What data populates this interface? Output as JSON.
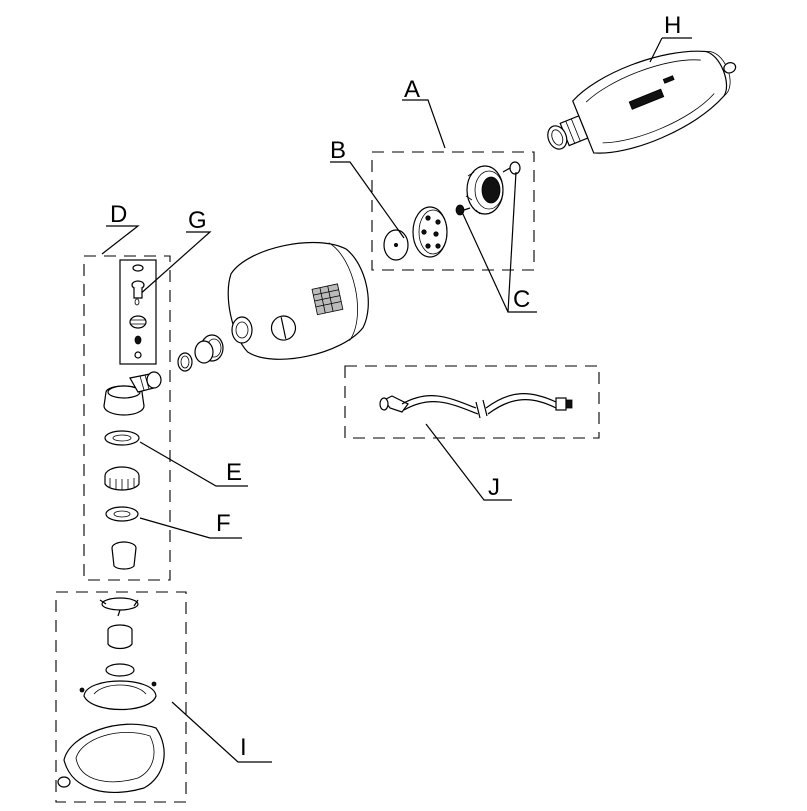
{
  "labels": {
    "A": "A",
    "B": "B",
    "C": "C",
    "D": "D",
    "E": "E",
    "F": "F",
    "G": "G",
    "H": "H",
    "I": "I",
    "J": "J"
  },
  "icons": {
    "reservoir_bag": "reservoir-bag-icon",
    "resuscitator_bag": "resuscitator-bag-icon",
    "inlet_valve": "inlet-valve-icon",
    "patient_valve": "patient-valve-icon",
    "oxygen_tubing": "oxygen-tubing-icon",
    "face_mask": "face-mask-icon"
  }
}
